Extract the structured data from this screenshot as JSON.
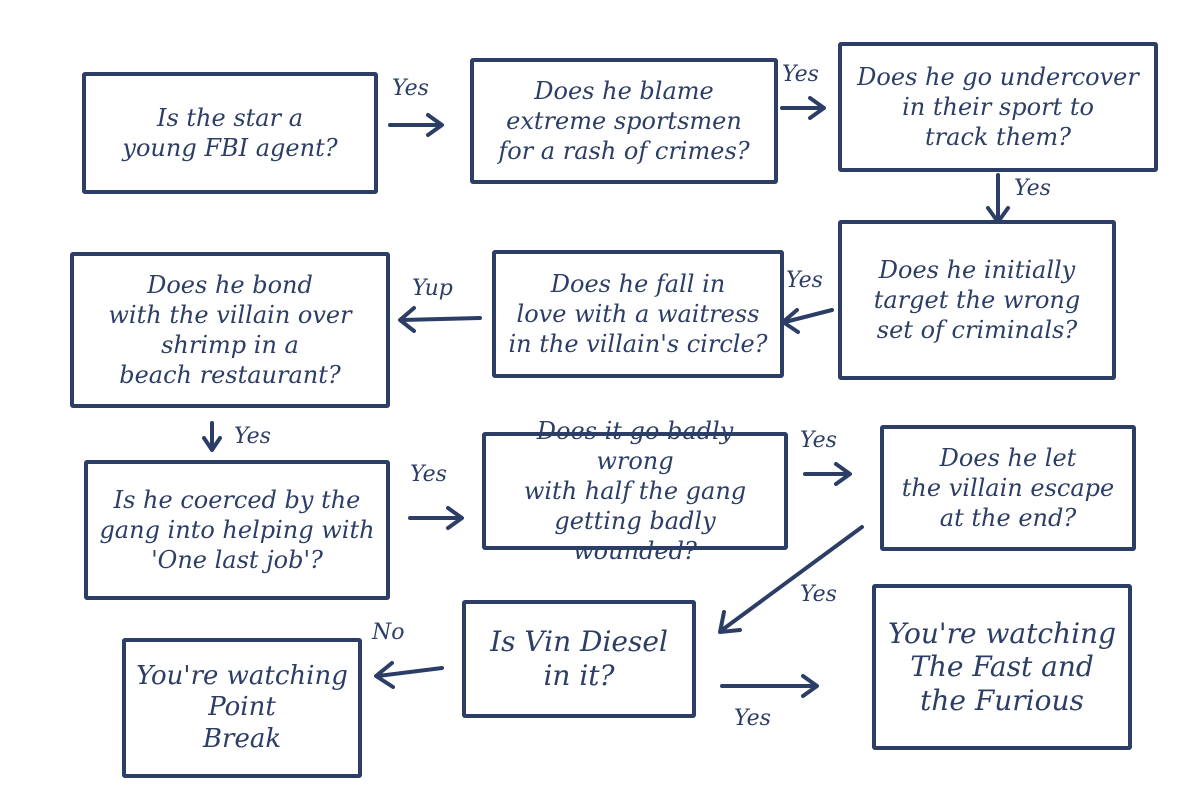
{
  "nodes": {
    "q1": "Is the star a\nyoung FBI agent?",
    "q2": "Does he blame\nextreme sportsmen\nfor a rash of crimes?",
    "q3": "Does he go undercover\nin their sport to\ntrack them?",
    "q4": "Does he initially\ntarget the wrong\nset of criminals?",
    "q5": "Does he fall in\nlove with a waitress\nin the villain's circle?",
    "q6": "Does he bond\nwith the villain over\nshrimp in a\nbeach restaurant?",
    "q7": "Is he coerced by the\ngang into helping with\n'One last job'?",
    "q8": "Does it go badly wrong\nwith half the gang\ngetting badly wounded?",
    "q9": "Does he let\nthe villain escape\nat the end?",
    "q10": "Is Vin Diesel\nin it?",
    "r1": "You're watching\nPoint\nBreak",
    "r2": "You're watching\nThe Fast and\nthe Furious"
  },
  "labels": {
    "e1": "Yes",
    "e2": "Yes",
    "e3": "Yes",
    "e4": "Yes",
    "e5": "Yup",
    "e6": "Yes",
    "e7": "Yes",
    "e8": "Yes",
    "e9": "Yes",
    "e10": "No",
    "e11": "Yes"
  },
  "colors": {
    "ink": "#2c3e66",
    "paper": "#ffffff"
  }
}
